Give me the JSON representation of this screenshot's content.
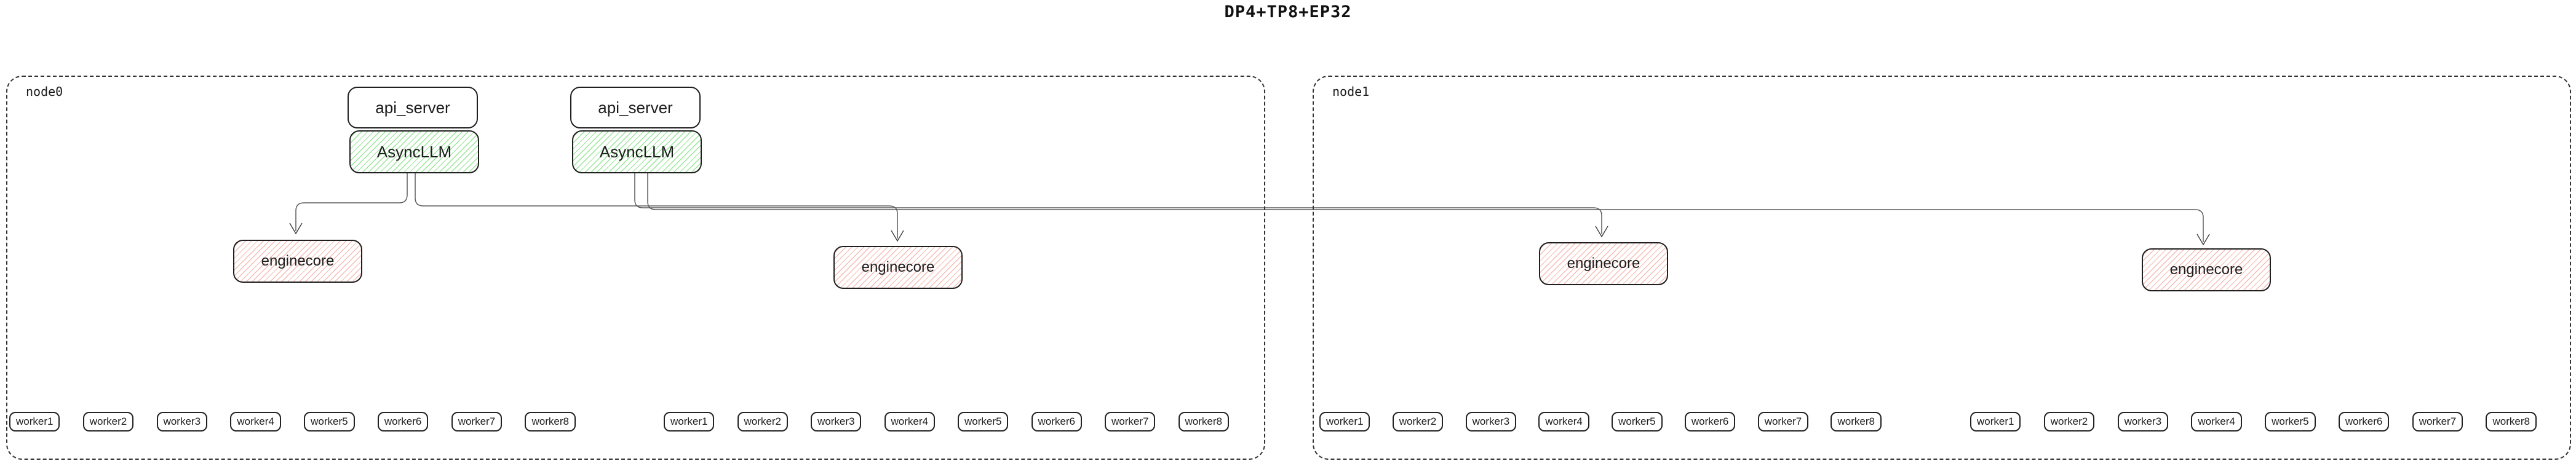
{
  "title": "DP4+TP8+EP32",
  "node0": {
    "label": "node0",
    "stacks": [
      {
        "api_server": "api_server",
        "asyncllm": "AsyncLLM"
      },
      {
        "api_server": "api_server",
        "asyncllm": "AsyncLLM"
      }
    ],
    "enginecores": {
      "0": "enginecore",
      "1": "enginecore"
    }
  },
  "node1": {
    "label": "node1",
    "enginecores": {
      "0": "enginecore",
      "1": "enginecore"
    }
  },
  "worker_labels": [
    "worker1",
    "worker2",
    "worker3",
    "worker4",
    "worker5",
    "worker6",
    "worker7",
    "worker8"
  ],
  "colors": {
    "asyncllm_hatch_green": "#97e697",
    "enginecore_hatch_red": "#f6bcb4",
    "connector_gray": "#5b5b5b",
    "box_border": "#1f1f1f"
  }
}
